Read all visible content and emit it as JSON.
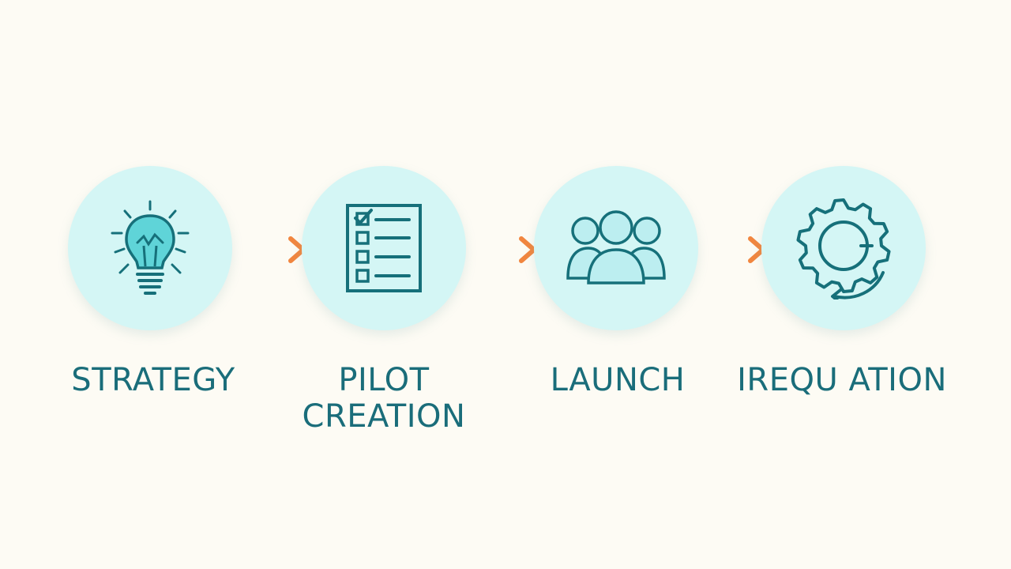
{
  "colors": {
    "background": "#fdfbf4",
    "circle_fill": "#d4f6f5",
    "icon_stroke": "#16707a",
    "icon_fill": "#5fd4d8",
    "people_fill": "#bceef0",
    "arrow": "#f1863f",
    "label": "#1a6d7a"
  },
  "steps": [
    {
      "icon": "lightbulb-icon",
      "label_lines": [
        "STRATEGY"
      ]
    },
    {
      "icon": "checklist-icon",
      "label_lines": [
        "PILOT",
        "CREATION"
      ]
    },
    {
      "icon": "people-group-icon",
      "label_lines": [
        "LAUNCH"
      ]
    },
    {
      "icon": "gear-cycle-icon",
      "label_lines": [
        "IREQU ATION"
      ]
    }
  ],
  "connectors": [
    "chevron-right-icon",
    "chevron-right-icon",
    "chevron-right-icon"
  ]
}
